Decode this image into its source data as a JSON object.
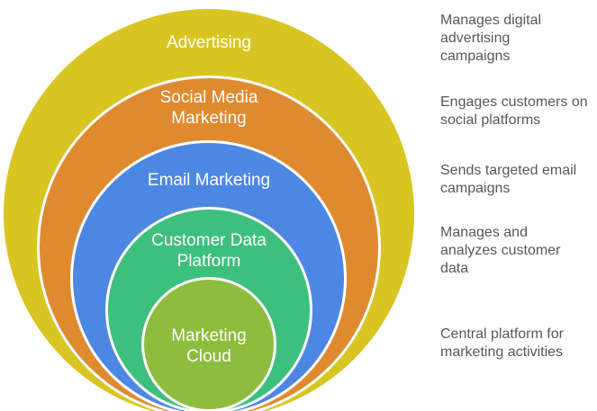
{
  "diagram": {
    "type": "onion",
    "ring_separator_color": "#ffffff",
    "label_color": "#ffffff",
    "description_color": "#58585a",
    "rings": [
      {
        "label": "Advertising",
        "description": "Manages digital advertising campaigns",
        "color": "#d8c522"
      },
      {
        "label": "Social Media Marketing",
        "description": "Engages customers on social platforms",
        "color": "#e08a30"
      },
      {
        "label": "Email Marketing",
        "description": "Sends targeted email campaigns",
        "color": "#4d87e4"
      },
      {
        "label": "Customer Data Platform",
        "description": "Manages and analyzes customer data",
        "color": "#3dc07d"
      },
      {
        "label": "Marketing Cloud",
        "description": "Central platform for marketing activities",
        "color": "#8ebd3d"
      }
    ]
  }
}
